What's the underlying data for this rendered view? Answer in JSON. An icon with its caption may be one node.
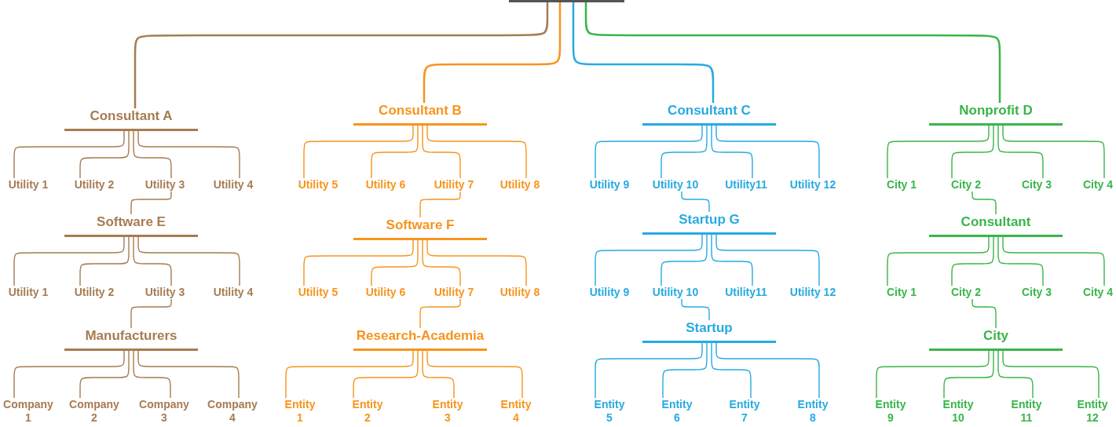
{
  "diagram": {
    "nodes": [
      {
        "text": [],
        "shape": "bar"
      },
      {
        "text": [
          "Consultant A"
        ]
      },
      {
        "text": [
          "Utility 1"
        ]
      },
      {
        "text": [
          "Utility 2"
        ]
      },
      {
        "text": [
          "Utility 3"
        ]
      },
      {
        "text": [
          "Utility 4"
        ]
      },
      {
        "text": [
          "Software E"
        ]
      },
      {
        "text": [
          "Utility 1"
        ]
      },
      {
        "text": [
          "Utility 2"
        ]
      },
      {
        "text": [
          "Utility 3"
        ]
      },
      {
        "text": [
          "Utility 4"
        ]
      },
      {
        "text": [
          "Manufacturers"
        ]
      },
      {
        "text": [
          "Company 1"
        ]
      },
      {
        "text": [
          "Company 2"
        ]
      },
      {
        "text": [
          "Company 3"
        ]
      },
      {
        "text": [
          "Company 4"
        ]
      },
      {
        "text": [
          "Consultant B"
        ]
      },
      {
        "text": [
          "Utility 5"
        ]
      },
      {
        "text": [
          "Utility 6"
        ]
      },
      {
        "text": [
          "Utility 7"
        ]
      },
      {
        "text": [
          "Utility 8"
        ]
      },
      {
        "text": [
          "Software F"
        ]
      },
      {
        "text": [
          "Utility 5"
        ]
      },
      {
        "text": [
          "Utility 6"
        ]
      },
      {
        "text": [
          "Utility 7"
        ]
      },
      {
        "text": [
          "Utility 8"
        ]
      },
      {
        "text": [
          "Research-Academia"
        ]
      },
      {
        "text": [
          "Entity 1"
        ]
      },
      {
        "text": [
          "Entity 2"
        ]
      },
      {
        "text": [
          "Entity 3"
        ]
      },
      {
        "text": [
          "Entity 4"
        ]
      },
      {
        "text": [
          "Consultant C"
        ]
      },
      {
        "text": [
          "Utility 9"
        ]
      },
      {
        "text": [
          "Utility 10"
        ]
      },
      {
        "text": [
          "Utility11"
        ]
      },
      {
        "text": [
          "Utility 12"
        ]
      },
      {
        "text": [
          "Startup G"
        ]
      },
      {
        "text": [
          "Utility 9"
        ]
      },
      {
        "text": [
          "Utility 10"
        ]
      },
      {
        "text": [
          "Utility11"
        ]
      },
      {
        "text": [
          "Utility 12"
        ]
      },
      {
        "text": [
          "Startup"
        ]
      },
      {
        "text": [
          "Entity 5"
        ]
      },
      {
        "text": [
          "Entity 6"
        ]
      },
      {
        "text": [
          "Entity 7"
        ]
      },
      {
        "text": [
          "Entity 8"
        ]
      },
      {
        "text": [
          "Nonprofit D"
        ]
      },
      {
        "text": [
          "City 1"
        ]
      },
      {
        "text": [
          "City 2"
        ]
      },
      {
        "text": [
          "City 3"
        ]
      },
      {
        "text": [
          "City 4"
        ]
      },
      {
        "text": [
          "Consultant"
        ]
      },
      {
        "text": [
          "City 1"
        ]
      },
      {
        "text": [
          "City 2"
        ]
      },
      {
        "text": [
          "City 3"
        ]
      },
      {
        "text": [
          "City 4"
        ]
      },
      {
        "text": [
          "City"
        ]
      },
      {
        "text": [
          "Entity 9"
        ]
      },
      {
        "text": [
          "Entity 10"
        ]
      },
      {
        "text": [
          "Entity 11"
        ]
      },
      {
        "text": [
          "Entity 12"
        ]
      }
    ],
    "edges": [
      {
        "from": 0,
        "to": 1,
        "arrow": "none",
        "color": "#a67c52"
      },
      {
        "from": 1,
        "to": 2,
        "arrow": "none",
        "color": "#a67c52"
      },
      {
        "from": 1,
        "to": 3,
        "arrow": "none",
        "color": "#a67c52"
      },
      {
        "from": 1,
        "to": 4,
        "arrow": "none",
        "color": "#a67c52"
      },
      {
        "from": 1,
        "to": 5,
        "arrow": "none",
        "color": "#a67c52"
      },
      {
        "from": 4,
        "to": 6,
        "arrow": "none",
        "color": "#a67c52"
      },
      {
        "from": 6,
        "to": 7,
        "arrow": "none",
        "color": "#a67c52"
      },
      {
        "from": 6,
        "to": 8,
        "arrow": "none",
        "color": "#a67c52"
      },
      {
        "from": 6,
        "to": 9,
        "arrow": "none",
        "color": "#a67c52"
      },
      {
        "from": 6,
        "to": 10,
        "arrow": "none",
        "color": "#a67c52"
      },
      {
        "from": 9,
        "to": 11,
        "arrow": "none",
        "color": "#a67c52"
      },
      {
        "from": 11,
        "to": 12,
        "arrow": "none",
        "color": "#a67c52"
      },
      {
        "from": 11,
        "to": 13,
        "arrow": "none",
        "color": "#a67c52"
      },
      {
        "from": 11,
        "to": 14,
        "arrow": "none",
        "color": "#a67c52"
      },
      {
        "from": 11,
        "to": 15,
        "arrow": "none",
        "color": "#a67c52"
      },
      {
        "from": 0,
        "to": 16,
        "arrow": "none",
        "color": "#f7941d"
      },
      {
        "from": 16,
        "to": 17,
        "arrow": "none",
        "color": "#f7941d"
      },
      {
        "from": 16,
        "to": 18,
        "arrow": "none",
        "color": "#f7941d"
      },
      {
        "from": 16,
        "to": 19,
        "arrow": "none",
        "color": "#f7941d"
      },
      {
        "from": 16,
        "to": 20,
        "arrow": "none",
        "color": "#f7941d"
      },
      {
        "from": 19,
        "to": 21,
        "arrow": "none",
        "color": "#f7941d"
      },
      {
        "from": 21,
        "to": 22,
        "arrow": "none",
        "color": "#f7941d"
      },
      {
        "from": 21,
        "to": 23,
        "arrow": "none",
        "color": "#f7941d"
      },
      {
        "from": 21,
        "to": 24,
        "arrow": "none",
        "color": "#f7941d"
      },
      {
        "from": 21,
        "to": 25,
        "arrow": "none",
        "color": "#f7941d"
      },
      {
        "from": 24,
        "to": 26,
        "arrow": "none",
        "color": "#f7941d"
      },
      {
        "from": 26,
        "to": 27,
        "arrow": "none",
        "color": "#f7941d"
      },
      {
        "from": 26,
        "to": 28,
        "arrow": "none",
        "color": "#f7941d"
      },
      {
        "from": 26,
        "to": 29,
        "arrow": "none",
        "color": "#f7941d"
      },
      {
        "from": 26,
        "to": 30,
        "arrow": "none",
        "color": "#f7941d"
      },
      {
        "from": 0,
        "to": 31,
        "arrow": "none",
        "color": "#27aae1"
      },
      {
        "from": 31,
        "to": 32,
        "arrow": "none",
        "color": "#27aae1"
      },
      {
        "from": 31,
        "to": 33,
        "arrow": "none",
        "color": "#27aae1"
      },
      {
        "from": 31,
        "to": 34,
        "arrow": "none",
        "color": "#27aae1"
      },
      {
        "from": 31,
        "to": 35,
        "arrow": "none",
        "color": "#27aae1"
      },
      {
        "from": 33,
        "to": 36,
        "arrow": "none",
        "color": "#27aae1"
      },
      {
        "from": 36,
        "to": 37,
        "arrow": "none",
        "color": "#27aae1"
      },
      {
        "from": 36,
        "to": 38,
        "arrow": "none",
        "color": "#27aae1"
      },
      {
        "from": 36,
        "to": 39,
        "arrow": "none",
        "color": "#27aae1"
      },
      {
        "from": 36,
        "to": 40,
        "arrow": "none",
        "color": "#27aae1"
      },
      {
        "from": 38,
        "to": 41,
        "arrow": "none",
        "color": "#27aae1"
      },
      {
        "from": 41,
        "to": 42,
        "arrow": "none",
        "color": "#27aae1"
      },
      {
        "from": 41,
        "to": 43,
        "arrow": "none",
        "color": "#27aae1"
      },
      {
        "from": 41,
        "to": 44,
        "arrow": "none",
        "color": "#27aae1"
      },
      {
        "from": 41,
        "to": 45,
        "arrow": "none",
        "color": "#27aae1"
      },
      {
        "from": 0,
        "to": 46,
        "arrow": "none",
        "color": "#39b54a"
      },
      {
        "from": 46,
        "to": 47,
        "arrow": "none",
        "color": "#39b54a"
      },
      {
        "from": 46,
        "to": 48,
        "arrow": "none",
        "color": "#39b54a"
      },
      {
        "from": 46,
        "to": 49,
        "arrow": "none",
        "color": "#39b54a"
      },
      {
        "from": 46,
        "to": 50,
        "arrow": "none",
        "color": "#39b54a"
      },
      {
        "from": 48,
        "to": 51,
        "arrow": "none",
        "color": "#39b54a"
      },
      {
        "from": 51,
        "to": 52,
        "arrow": "none",
        "color": "#39b54a"
      },
      {
        "from": 51,
        "to": 53,
        "arrow": "none",
        "color": "#39b54a"
      },
      {
        "from": 51,
        "to": 54,
        "arrow": "none",
        "color": "#39b54a"
      },
      {
        "from": 51,
        "to": 55,
        "arrow": "none",
        "color": "#39b54a"
      },
      {
        "from": 53,
        "to": 56,
        "arrow": "none",
        "color": "#39b54a"
      },
      {
        "from": 56,
        "to": 57,
        "arrow": "none",
        "color": "#39b54a"
      },
      {
        "from": 56,
        "to": 58,
        "arrow": "none",
        "color": "#39b54a"
      },
      {
        "from": 56,
        "to": 59,
        "arrow": "none",
        "color": "#39b54a"
      },
      {
        "from": 56,
        "to": 60,
        "arrow": "none",
        "color": "#39b54a"
      }
    ]
  }
}
